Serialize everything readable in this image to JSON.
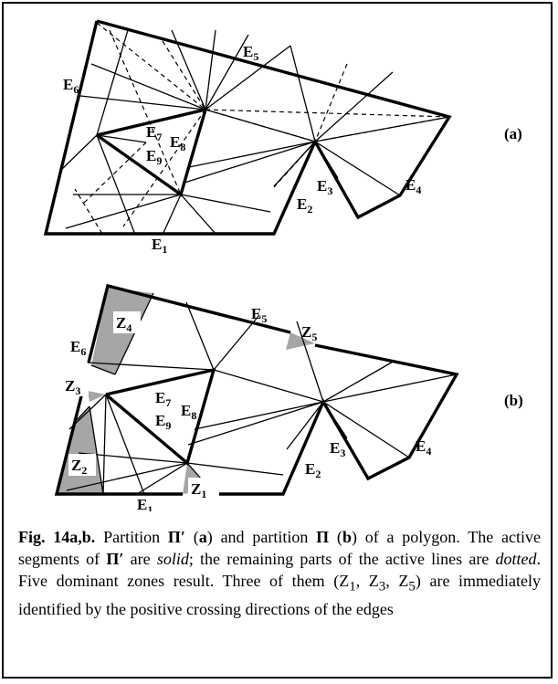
{
  "panels": [
    {
      "id": "a",
      "tag": "(a)",
      "edge_labels": [
        {
          "base": "E",
          "sub": "1"
        },
        {
          "base": "E",
          "sub": "2"
        },
        {
          "base": "E",
          "sub": "3"
        },
        {
          "base": "E",
          "sub": "4"
        },
        {
          "base": "E",
          "sub": "5"
        },
        {
          "base": "E",
          "sub": "6"
        },
        {
          "base": "E",
          "sub": "7"
        },
        {
          "base": "E",
          "sub": "8"
        },
        {
          "base": "E",
          "sub": "9"
        }
      ]
    },
    {
      "id": "b",
      "tag": "(b)",
      "edge_labels": [
        {
          "base": "E",
          "sub": "1"
        },
        {
          "base": "E",
          "sub": "2"
        },
        {
          "base": "E",
          "sub": "3"
        },
        {
          "base": "E",
          "sub": "4"
        },
        {
          "base": "E",
          "sub": "5"
        },
        {
          "base": "E",
          "sub": "6"
        },
        {
          "base": "E",
          "sub": "7"
        },
        {
          "base": "E",
          "sub": "8"
        },
        {
          "base": "E",
          "sub": "9"
        }
      ],
      "zone_labels": [
        {
          "base": "Z",
          "sub": "1"
        },
        {
          "base": "Z",
          "sub": "2"
        },
        {
          "base": "Z",
          "sub": "3"
        },
        {
          "base": "Z",
          "sub": "4"
        },
        {
          "base": "Z",
          "sub": "5"
        }
      ]
    }
  ],
  "caption": {
    "label": "Fig. 14a,b.",
    "t1": " Partition ",
    "sym_pi_prime": "Π′",
    "t2": " (",
    "a": "a",
    "t3": ") and partition ",
    "sym_pi": "Π",
    "t4": " (",
    "b": "b",
    "t5": ") of a polygon. The active segments of ",
    "t6": " are ",
    "solid": "solid",
    "t7": "; the remaining parts of the active lines are ",
    "dotted": "dotted",
    "t8": ". Five dominant zones result. Three of them (Z",
    "z1": "1",
    "t9": ", Z",
    "z3": "3",
    "t10": ", Z",
    "z5": "5",
    "t11": ") are immediately identified by the positive crossing directions of the edges"
  },
  "colors": {
    "ink": "#000000",
    "zone_fill": "#a6a6a6",
    "paper": "#ffffff"
  }
}
